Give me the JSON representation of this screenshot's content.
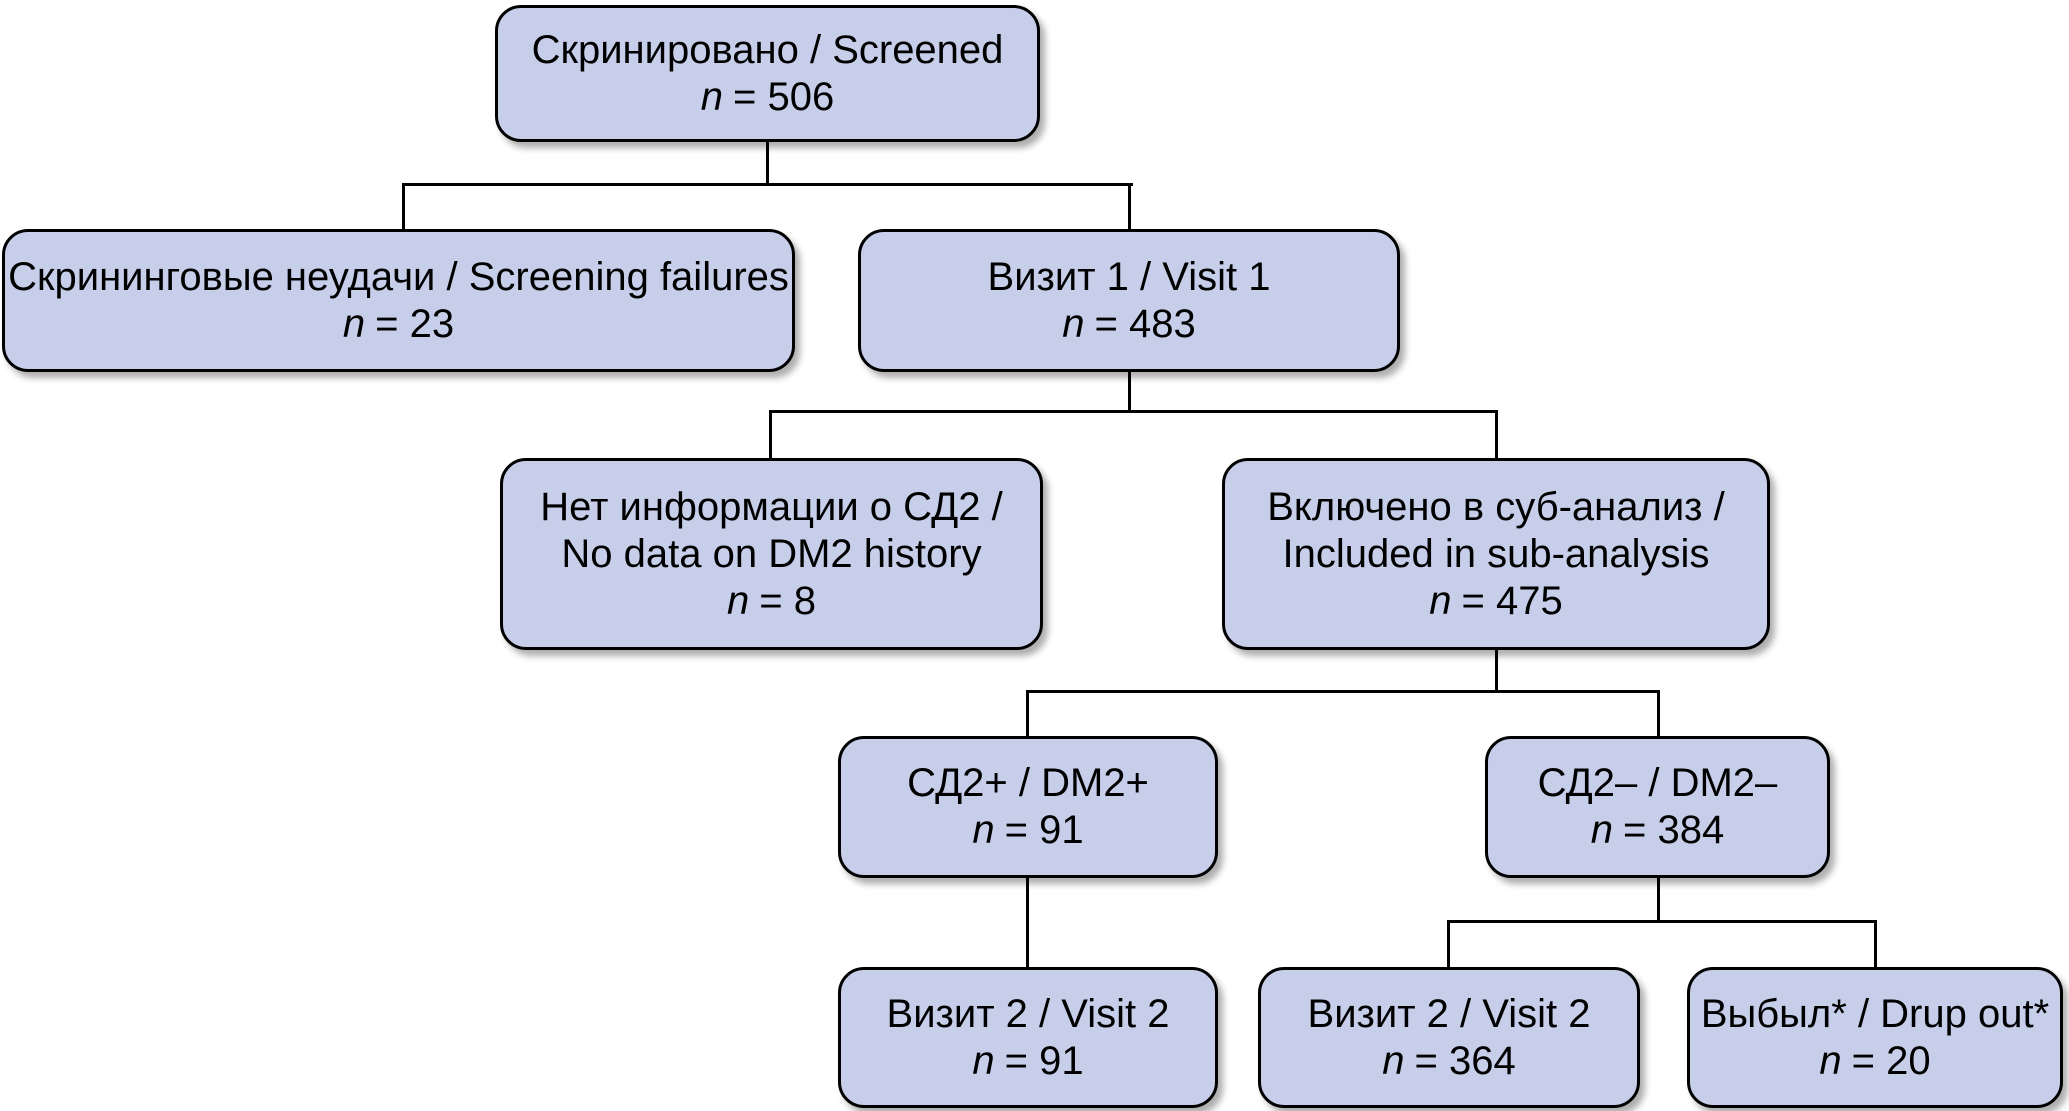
{
  "figure": {
    "type": "flowchart",
    "language": "ru-en",
    "colors": {
      "box_fill": "#c6cee9",
      "box_border": "#000000",
      "connector": "#000000",
      "text": "#000000",
      "background": "#ffffff"
    },
    "nodes": [
      {
        "id": "screened",
        "label": "Скринировано / Screened",
        "n_symbol": "n",
        "n_value": "= 506"
      },
      {
        "id": "screening-failures",
        "label": "Скрининговые неудачи / Screening failures",
        "n_symbol": "n",
        "n_value": "= 23"
      },
      {
        "id": "visit-1",
        "label": "Визит 1 / Visit 1",
        "n_symbol": "n",
        "n_value": "= 483"
      },
      {
        "id": "no-dm2-data",
        "label": "Нет информации о СД2 /",
        "label2": "No data on DM2 history",
        "n_symbol": "n",
        "n_value": "= 8"
      },
      {
        "id": "included-sub-analysis",
        "label": "Включено в суб-анализ /",
        "label2": "Included in sub-analysis",
        "n_symbol": "n",
        "n_value": "= 475"
      },
      {
        "id": "dm2-positive",
        "label": "СД2+ / DM2+",
        "n_symbol": "n",
        "n_value": "= 91"
      },
      {
        "id": "dm2-negative",
        "label": "СД2– / DM2–",
        "n_symbol": "n",
        "n_value": "= 384"
      },
      {
        "id": "visit-2-dm2-positive",
        "label": "Визит 2 / Visit 2",
        "n_symbol": "n",
        "n_value": "= 91"
      },
      {
        "id": "visit-2-dm2-negative",
        "label": "Визит 2 / Visit 2",
        "n_symbol": "n",
        "n_value": "= 364"
      },
      {
        "id": "drop-out",
        "label": "Выбыл* / Drup out*",
        "n_symbol": "n",
        "n_value": "= 20"
      }
    ],
    "edges": [
      {
        "from": "screened",
        "to": "screening-failures"
      },
      {
        "from": "screened",
        "to": "visit-1"
      },
      {
        "from": "visit-1",
        "to": "no-dm2-data"
      },
      {
        "from": "visit-1",
        "to": "included-sub-analysis"
      },
      {
        "from": "included-sub-analysis",
        "to": "dm2-positive"
      },
      {
        "from": "included-sub-analysis",
        "to": "dm2-negative"
      },
      {
        "from": "dm2-positive",
        "to": "visit-2-dm2-positive"
      },
      {
        "from": "dm2-negative",
        "to": "visit-2-dm2-negative"
      },
      {
        "from": "dm2-negative",
        "to": "drop-out"
      }
    ]
  }
}
